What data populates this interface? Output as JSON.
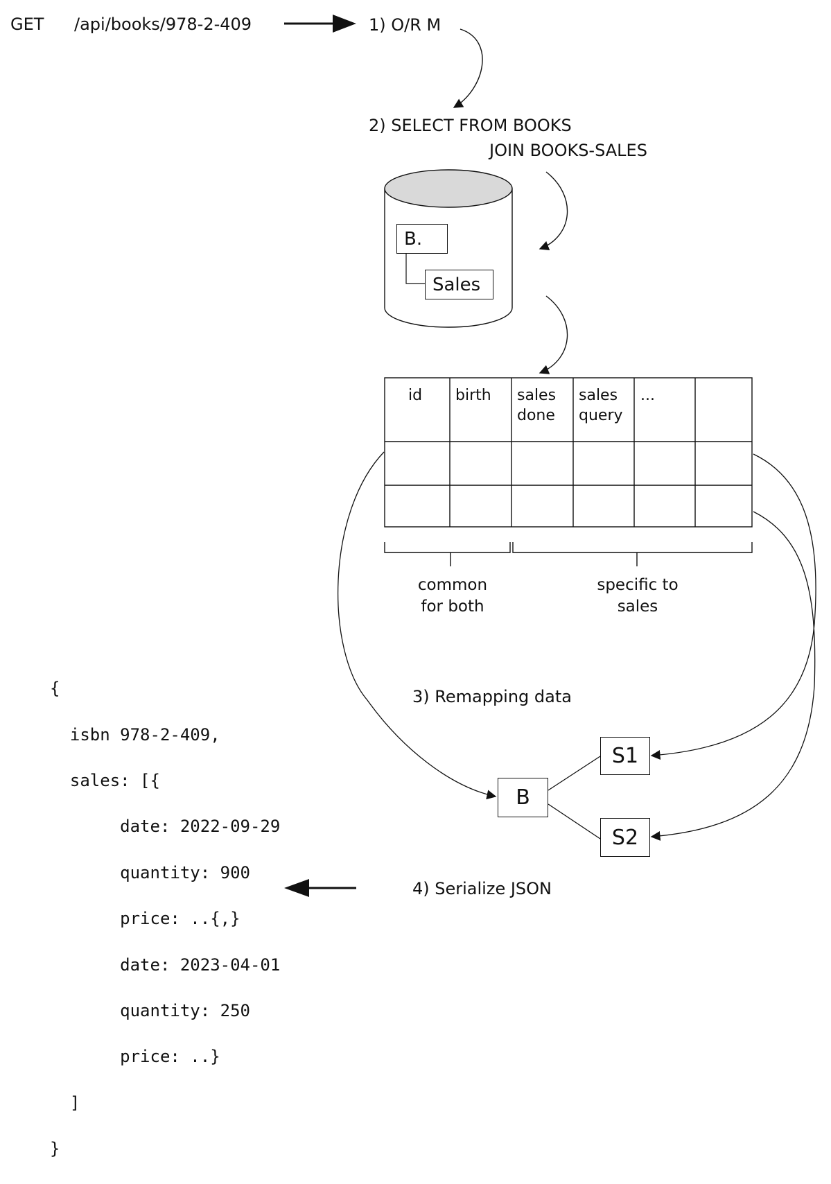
{
  "request": {
    "method": "GET",
    "path": "/api/books/978-2-409"
  },
  "steps": {
    "step1": "1)  O/R M",
    "step2_line1": "2)  SELECT FROM BOOKS",
    "step2_line2": "JOIN BOOKS-SALES",
    "step3": "3) Remapping data",
    "step4": "4) Serialize JSON"
  },
  "database": {
    "table_books": "B.",
    "table_sales": "Sales"
  },
  "result_table": {
    "headers": [
      {
        "line1": "id",
        "line2": ""
      },
      {
        "line1": "birth",
        "line2": ""
      },
      {
        "line1": "sales",
        "line2": "done"
      },
      {
        "line1": "sales",
        "line2": "query"
      },
      {
        "line1": "...",
        "line2": ""
      },
      {
        "line1": "",
        "line2": ""
      }
    ]
  },
  "column_groups": {
    "common": [
      "common",
      "for both"
    ],
    "specific": [
      "specific to",
      "sales"
    ]
  },
  "object_graph": {
    "root": "B",
    "children": [
      "S1",
      "S2"
    ]
  },
  "json_output": {
    "lines": [
      "{",
      "  isbn 978-2-409,",
      "  sales: [{",
      "       date: 2022-09-29",
      "       quantity: 900",
      "       price: ..{,}",
      "       date: 2023-04-01",
      "       quantity: 250",
      "       price: ..}",
      "  ]",
      "}"
    ]
  }
}
